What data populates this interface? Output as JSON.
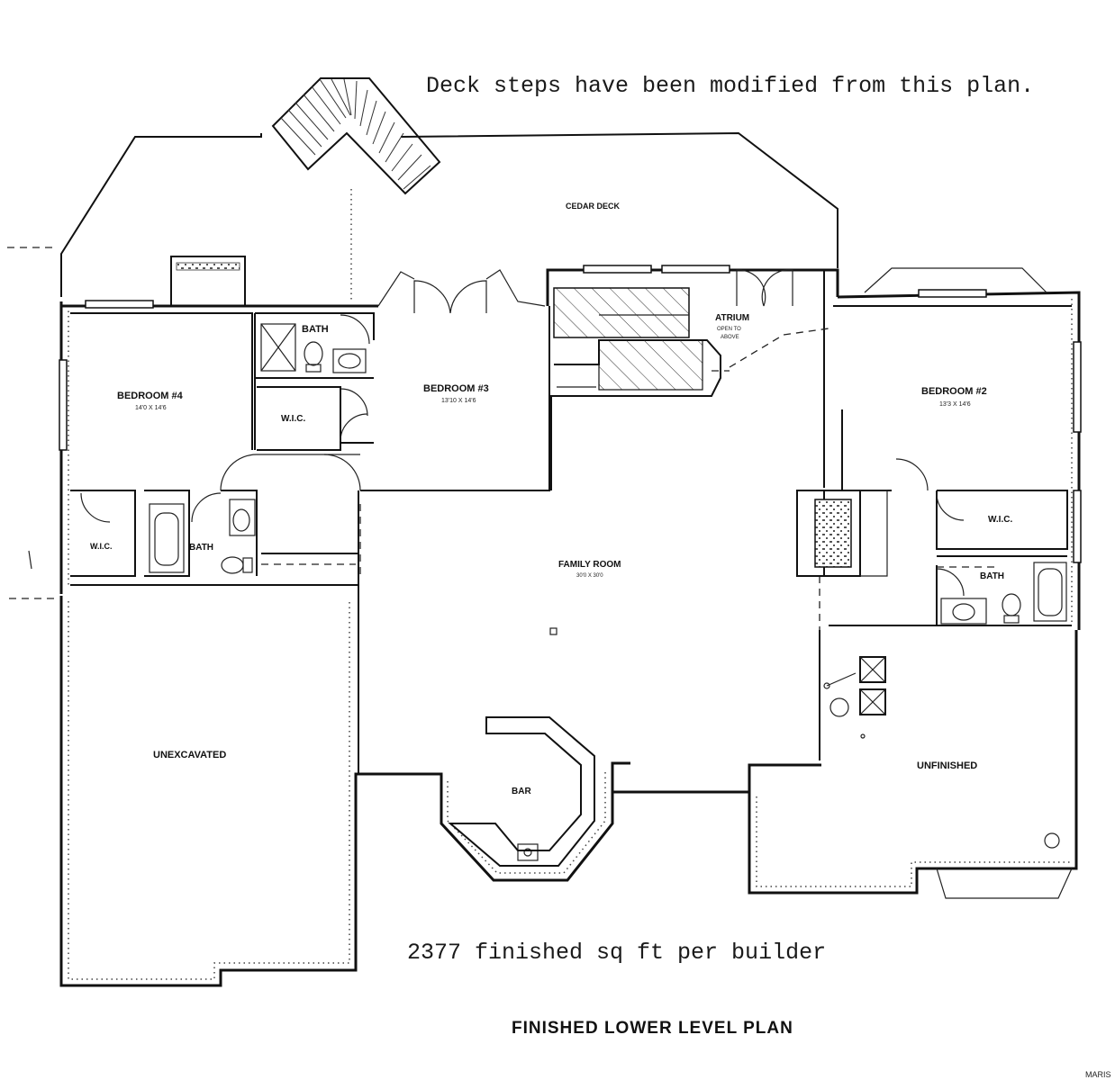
{
  "notes": {
    "deck_note": "Deck steps have been modified from this plan.",
    "sqft_note": "2377 finished sq ft per builder",
    "plan_title": "FINISHED LOWER LEVEL PLAN",
    "watermark": "MARIS"
  },
  "rooms": {
    "cedar_deck": "CEDAR DECK",
    "bath_top": "BATH",
    "bedroom4": "BEDROOM #4",
    "bedroom4_dim": "14'0 X 14'6",
    "wic_mid": "W.I.C.",
    "bedroom3": "BEDROOM #3",
    "bedroom3_dim": "13'10 X 14'6",
    "atrium": "ATRIUM",
    "atrium_sub1": "OPEN TO",
    "atrium_sub2": "ABOVE",
    "bedroom2": "BEDROOM #2",
    "bedroom2_dim": "13'3 X 14'6",
    "wic_left": "W.I.C.",
    "bath_left": "BATH",
    "family_room": "FAMILY ROOM",
    "family_room_dim": "30'0 X 30'0",
    "wic_right": "W.I.C.",
    "bath_right": "BATH",
    "unexcavated": "UNEXCAVATED",
    "bar": "BAR",
    "unfinished": "UNFINISHED"
  }
}
